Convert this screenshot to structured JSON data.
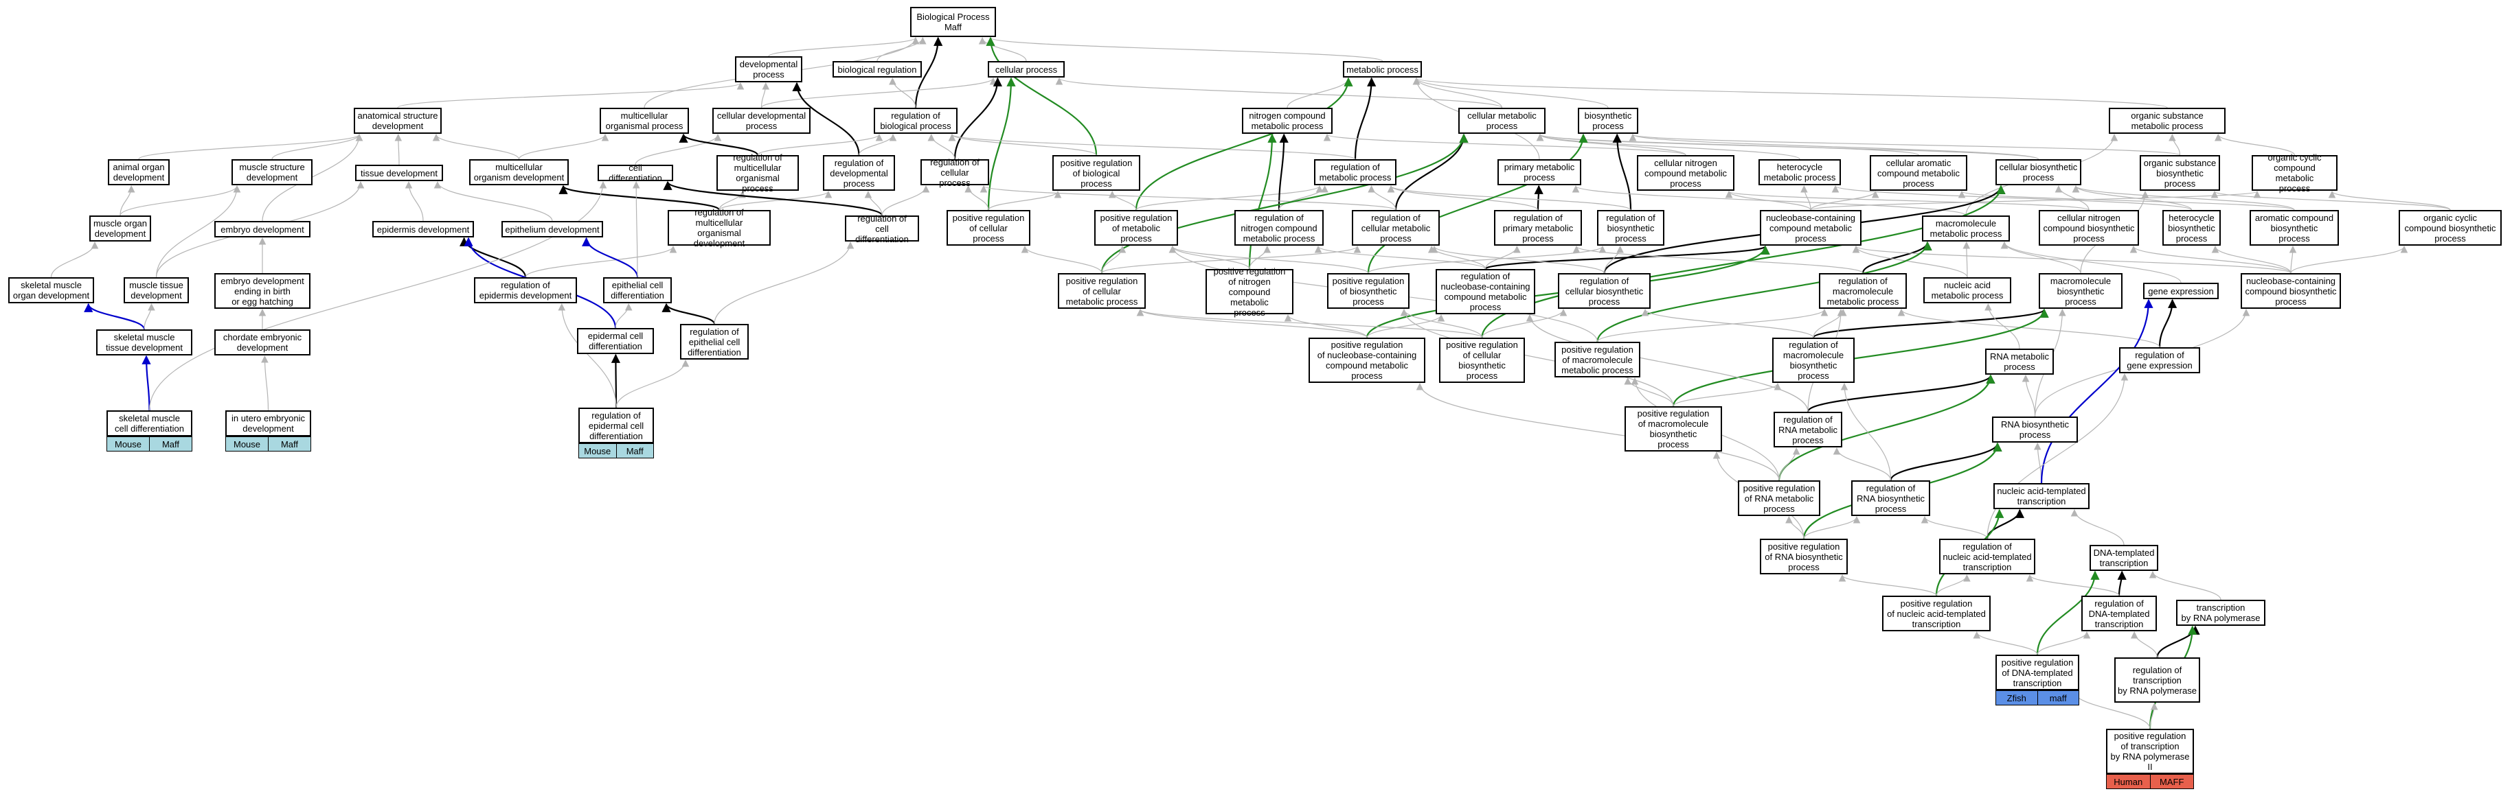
{
  "graph": {
    "nodes": [
      {
        "id": "bp",
        "text": [
          "Biological Process",
          "Maff"
        ]
      },
      {
        "id": "devproc",
        "text": [
          "developmental",
          "process"
        ]
      },
      {
        "id": "bioreg",
        "text": [
          "biological regulation"
        ]
      },
      {
        "id": "cellproc",
        "text": [
          "cellular process"
        ]
      },
      {
        "id": "metproc",
        "text": [
          "metabolic process"
        ]
      },
      {
        "id": "anatdev",
        "text": [
          "anatomical structure",
          "development"
        ]
      },
      {
        "id": "multiproc",
        "text": [
          "multicellular",
          "organismal process"
        ]
      },
      {
        "id": "celldevproc",
        "text": [
          "cellular developmental",
          "process"
        ]
      },
      {
        "id": "regbioproc",
        "text": [
          "regulation of",
          "biological process"
        ]
      },
      {
        "id": "ncmp",
        "text": [
          "nitrogen compound",
          "metabolic process"
        ]
      },
      {
        "id": "cellmet",
        "text": [
          "cellular metabolic",
          "process"
        ]
      },
      {
        "id": "biosynproc",
        "text": [
          "biosynthetic",
          "process"
        ]
      },
      {
        "id": "orgsubmet",
        "text": [
          "organic substance metabolic process"
        ]
      },
      {
        "id": "animorgdev",
        "text": [
          "animal organ",
          "development"
        ]
      },
      {
        "id": "musstrdev",
        "text": [
          "muscle structure",
          "development"
        ]
      },
      {
        "id": "tissuedev",
        "text": [
          "tissue development"
        ]
      },
      {
        "id": "multiorgdev",
        "text": [
          "multicellular",
          "organism development"
        ]
      },
      {
        "id": "celldiff",
        "text": [
          "cell differentiation"
        ]
      },
      {
        "id": "regmultiproc",
        "text": [
          "regulation of",
          "multicellular",
          "organismal process"
        ]
      },
      {
        "id": "regdevproc",
        "text": [
          "regulation of",
          "developmental",
          "process"
        ]
      },
      {
        "id": "regcellproc",
        "text": [
          "regulation of",
          "cellular process"
        ]
      },
      {
        "id": "posregbio",
        "text": [
          "positive regulation",
          "of biological",
          "process"
        ]
      },
      {
        "id": "regmet",
        "text": [
          "regulation of",
          "metabolic process"
        ]
      },
      {
        "id": "primmet",
        "text": [
          "primary metabolic",
          "process"
        ]
      },
      {
        "id": "cellncmp",
        "text": [
          "cellular nitrogen",
          "compound metabolic",
          "process"
        ]
      },
      {
        "id": "hetero",
        "text": [
          "heterocycle",
          "metabolic process"
        ]
      },
      {
        "id": "cellarom",
        "text": [
          "cellular aromatic",
          "compound metabolic",
          "process"
        ]
      },
      {
        "id": "cellbiosyn",
        "text": [
          "cellular biosynthetic",
          "process"
        ]
      },
      {
        "id": "orgsubbio",
        "text": [
          "organic substance",
          "biosynthetic",
          "process"
        ]
      },
      {
        "id": "orgcyc",
        "text": [
          "organic cyclic",
          "compound metabolic",
          "process"
        ]
      },
      {
        "id": "musorgdev",
        "text": [
          "muscle organ",
          "development"
        ]
      },
      {
        "id": "embryodev",
        "text": [
          "embryo development"
        ]
      },
      {
        "id": "epidermdev",
        "text": [
          "epidermis development"
        ]
      },
      {
        "id": "epithdev",
        "text": [
          "epithelium development"
        ]
      },
      {
        "id": "regmultiorgdev",
        "text": [
          "regulation of",
          "multicellular",
          "organismal development"
        ]
      },
      {
        "id": "regcelldiff",
        "text": [
          "regulation of",
          "cell differentiation"
        ]
      },
      {
        "id": "posregcellproc",
        "text": [
          "positive regulation",
          "of cellular",
          "process"
        ]
      },
      {
        "id": "posregmet",
        "text": [
          "positive regulation",
          "of metabolic",
          "process"
        ]
      },
      {
        "id": "regncmp",
        "text": [
          "regulation of",
          "nitrogen compound",
          "metabolic process"
        ]
      },
      {
        "id": "regcellmet",
        "text": [
          "regulation of",
          "cellular metabolic",
          "process"
        ]
      },
      {
        "id": "regprimmet",
        "text": [
          "regulation of",
          "primary metabolic",
          "process"
        ]
      },
      {
        "id": "regbiosyn",
        "text": [
          "regulation of",
          "biosynthetic",
          "process"
        ]
      },
      {
        "id": "nbcmp",
        "text": [
          "nucleobase-containing",
          "compound metabolic",
          "process"
        ]
      },
      {
        "id": "macromet",
        "text": [
          "macromolecule",
          "metabolic process"
        ]
      },
      {
        "id": "cellncbio",
        "text": [
          "cellular nitrogen",
          "compound biosynthetic",
          "process"
        ]
      },
      {
        "id": "heterobio",
        "text": [
          "heterocycle",
          "biosynthetic",
          "process"
        ]
      },
      {
        "id": "arombio",
        "text": [
          "aromatic compound",
          "biosynthetic",
          "process"
        ]
      },
      {
        "id": "orgcycbio",
        "text": [
          "organic cyclic",
          "compound biosynthetic",
          "process"
        ]
      },
      {
        "id": "skmorgdev",
        "text": [
          "skeletal muscle",
          "organ development"
        ]
      },
      {
        "id": "mustisdev",
        "text": [
          "muscle tissue",
          "development"
        ]
      },
      {
        "id": "embryobirth",
        "text": [
          "embryo development",
          "ending in birth",
          "or egg hatching"
        ]
      },
      {
        "id": "regepiderm",
        "text": [
          "regulation of",
          "epidermis development"
        ]
      },
      {
        "id": "epithcelldiff",
        "text": [
          "epithelial cell",
          "differentiation"
        ]
      },
      {
        "id": "posregcellmet",
        "text": [
          "positive regulation",
          "of cellular",
          "metabolic process"
        ]
      },
      {
        "id": "posregncmp",
        "text": [
          "positive regulation",
          "of nitrogen",
          "compound metabolic",
          "process"
        ]
      },
      {
        "id": "posregbiosyn",
        "text": [
          "positive regulation",
          "of biosynthetic",
          "process"
        ]
      },
      {
        "id": "regnbcmp",
        "text": [
          "regulation of",
          "nucleobase-containing",
          "compound metabolic",
          "process"
        ]
      },
      {
        "id": "regcellbiosyn",
        "text": [
          "regulation of",
          "cellular biosynthetic",
          "process"
        ]
      },
      {
        "id": "regmacromet",
        "text": [
          "regulation of",
          "macromolecule",
          "metabolic process"
        ]
      },
      {
        "id": "nucacidmet",
        "text": [
          "nucleic acid",
          "metabolic process"
        ]
      },
      {
        "id": "macrobiosyn",
        "text": [
          "macromolecule",
          "biosynthetic",
          "process"
        ]
      },
      {
        "id": "geneexp",
        "text": [
          "gene expression"
        ]
      },
      {
        "id": "nbcbio",
        "text": [
          "nucleobase-containing",
          "compound biosynthetic",
          "process"
        ]
      },
      {
        "id": "chordate",
        "text": [
          "chordate embryonic",
          "development"
        ]
      },
      {
        "id": "skmtisdev",
        "text": [
          "skeletal muscle",
          "tissue development"
        ]
      },
      {
        "id": "epidermcelldiff",
        "text": [
          "epidermal cell",
          "differentiation"
        ]
      },
      {
        "id": "regepithcelldiff",
        "text": [
          "regulation of",
          "epithelial cell",
          "differentiation"
        ]
      },
      {
        "id": "posregnbcmp",
        "text": [
          "positive regulation",
          "of nucleobase-containing",
          "compound metabolic",
          "process"
        ]
      },
      {
        "id": "posregcellbiosyn",
        "text": [
          "positive regulation",
          "of cellular",
          "biosynthetic",
          "process"
        ]
      },
      {
        "id": "posregmacromet",
        "text": [
          "positive regulation",
          "of macromolecule",
          "metabolic process"
        ]
      },
      {
        "id": "regmacrobiosyn",
        "text": [
          "regulation of",
          "macromolecule",
          "biosynthetic",
          "process"
        ]
      },
      {
        "id": "rnamet",
        "text": [
          "RNA metabolic",
          "process"
        ]
      },
      {
        "id": "reggeneexp",
        "text": [
          "regulation of",
          "gene expression"
        ]
      },
      {
        "id": "skmcelldiff",
        "text": [
          "skeletal muscle",
          "cell differentiation"
        ]
      },
      {
        "id": "inutero",
        "text": [
          "in utero embryonic",
          "development"
        ]
      },
      {
        "id": "regepidermcelldiff",
        "text": [
          "regulation of",
          "epidermal cell",
          "differentiation"
        ]
      },
      {
        "id": "posregmacrobiosyn",
        "text": [
          "positive regulation",
          "of macromolecule",
          "biosynthetic",
          "process"
        ]
      },
      {
        "id": "regrnamet",
        "text": [
          "regulation of",
          "RNA metabolic",
          "process"
        ]
      },
      {
        "id": "rnabiosyn",
        "text": [
          "RNA biosynthetic",
          "process"
        ]
      },
      {
        "id": "posregrnamet",
        "text": [
          "positive regulation",
          "of RNA metabolic",
          "process"
        ]
      },
      {
        "id": "regrnabiosyn",
        "text": [
          "regulation of",
          "RNA biosynthetic",
          "process"
        ]
      },
      {
        "id": "nucacidtemp",
        "text": [
          "nucleic acid-templated",
          "transcription"
        ]
      },
      {
        "id": "posregrnabiosyn",
        "text": [
          "positive regulation",
          "of RNA biosynthetic",
          "process"
        ]
      },
      {
        "id": "regnucacidtemp",
        "text": [
          "regulation of",
          "nucleic acid-templated",
          "transcription"
        ]
      },
      {
        "id": "dnatemp",
        "text": [
          "DNA-templated",
          "transcription"
        ]
      },
      {
        "id": "posregnucacidtemp",
        "text": [
          "positive regulation",
          "of nucleic acid-templated",
          "transcription"
        ]
      },
      {
        "id": "regdnatemp",
        "text": [
          "regulation of",
          "DNA-templated",
          "transcription"
        ]
      },
      {
        "id": "txrnapol",
        "text": [
          "transcription",
          "by RNA polymerase"
        ]
      },
      {
        "id": "posregdnatemp",
        "text": [
          "positive regulation",
          "of DNA-templated",
          "transcription"
        ]
      },
      {
        "id": "regtxrnapol",
        "text": [
          "regulation of",
          "transcription",
          "by RNA polymerase"
        ]
      },
      {
        "id": "posregtxrnapol",
        "text": [
          "positive regulation",
          "of transcription",
          "by RNA polymerase",
          "II"
        ]
      }
    ],
    "genes": [
      {
        "id": "g_skm",
        "cells": [
          "Mouse",
          "Maff"
        ],
        "color": "#a9d8e0"
      },
      {
        "id": "g_utero",
        "cells": [
          "Mouse",
          "Maff"
        ],
        "color": "#a9d8e0"
      },
      {
        "id": "g_epid",
        "cells": [
          "Mouse",
          "Maff"
        ],
        "color": "#a9d8e0"
      },
      {
        "id": "g_dna",
        "cells": [
          "Zfish",
          "maff"
        ],
        "color": "#5b8fe6"
      },
      {
        "id": "g_pol",
        "cells": [
          "Human",
          "MAFF"
        ],
        "color": "#e8604c"
      }
    ],
    "edge_colors": {
      "is_a": "#b4b4b4",
      "regulates": "#000000",
      "positively_regulates": "#228b22",
      "part_of": "#0000cc"
    }
  }
}
